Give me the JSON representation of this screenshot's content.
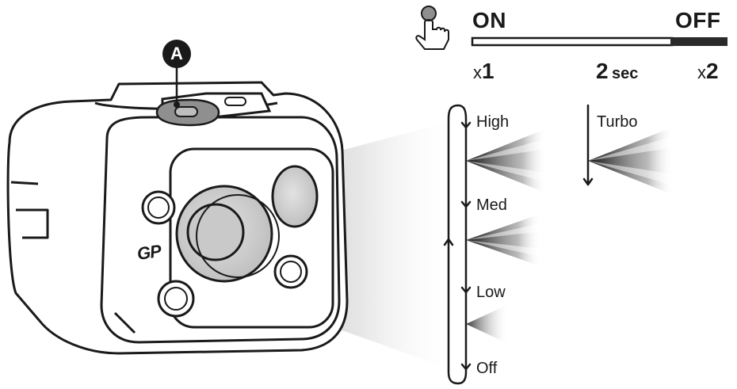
{
  "callout": {
    "label": "A"
  },
  "device": {
    "logo": "GP",
    "icon": "headlamp-icon"
  },
  "press": {
    "icon": "finger-press-icon",
    "on_label": "ON",
    "off_label": "OFF",
    "single": {
      "prefix": "x",
      "count": "1"
    },
    "hold": {
      "value": "2",
      "unit": "sec"
    },
    "double": {
      "prefix": "x",
      "count": "2"
    }
  },
  "modes": {
    "cycle": [
      "High",
      "Med",
      "Low",
      "Off"
    ],
    "double_press": "Turbo"
  }
}
